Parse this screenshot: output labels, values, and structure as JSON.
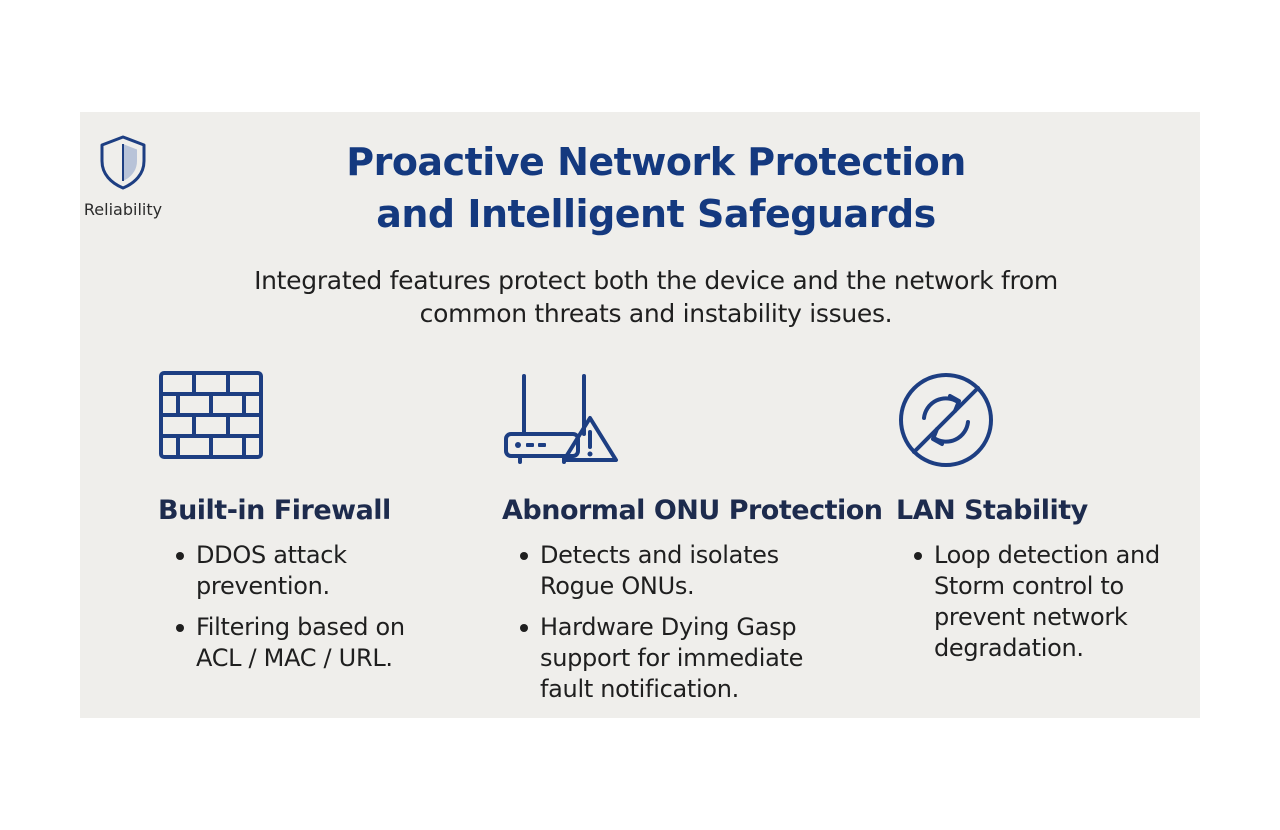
{
  "badge": {
    "icon": "shield-icon",
    "label": "Reliability"
  },
  "title": {
    "line1": "Proactive Network Protection",
    "line2": "and Intelligent Safeguards"
  },
  "subtitle": {
    "line1": "Integrated features protect both the device and the network from",
    "line2": "common threats and instability issues."
  },
  "features": [
    {
      "icon": "firewall-brick-wall-icon",
      "heading": "Built-in Firewall",
      "bullets": [
        {
          "lines": [
            "DDOS attack",
            "prevention."
          ]
        },
        {
          "lines": [
            "Filtering based on",
            "ACL / MAC / URL."
          ]
        }
      ]
    },
    {
      "icon": "router-warning-icon",
      "heading": "Abnormal ONU Protection",
      "bullets": [
        {
          "lines": [
            "Detects and isolates",
            "Rogue ONUs."
          ]
        },
        {
          "lines": [
            "Hardware Dying Gasp",
            "support for immediate",
            "fault notification."
          ]
        }
      ]
    },
    {
      "icon": "loop-blocked-icon",
      "heading": "LAN Stability",
      "bullets": [
        {
          "lines": [
            "Loop detection and",
            "Storm control to",
            "prevent network",
            "degradation."
          ]
        }
      ]
    }
  ],
  "colors": {
    "accent": "#14397f",
    "background": "#efeeeb",
    "text": "#1f1f1f"
  }
}
